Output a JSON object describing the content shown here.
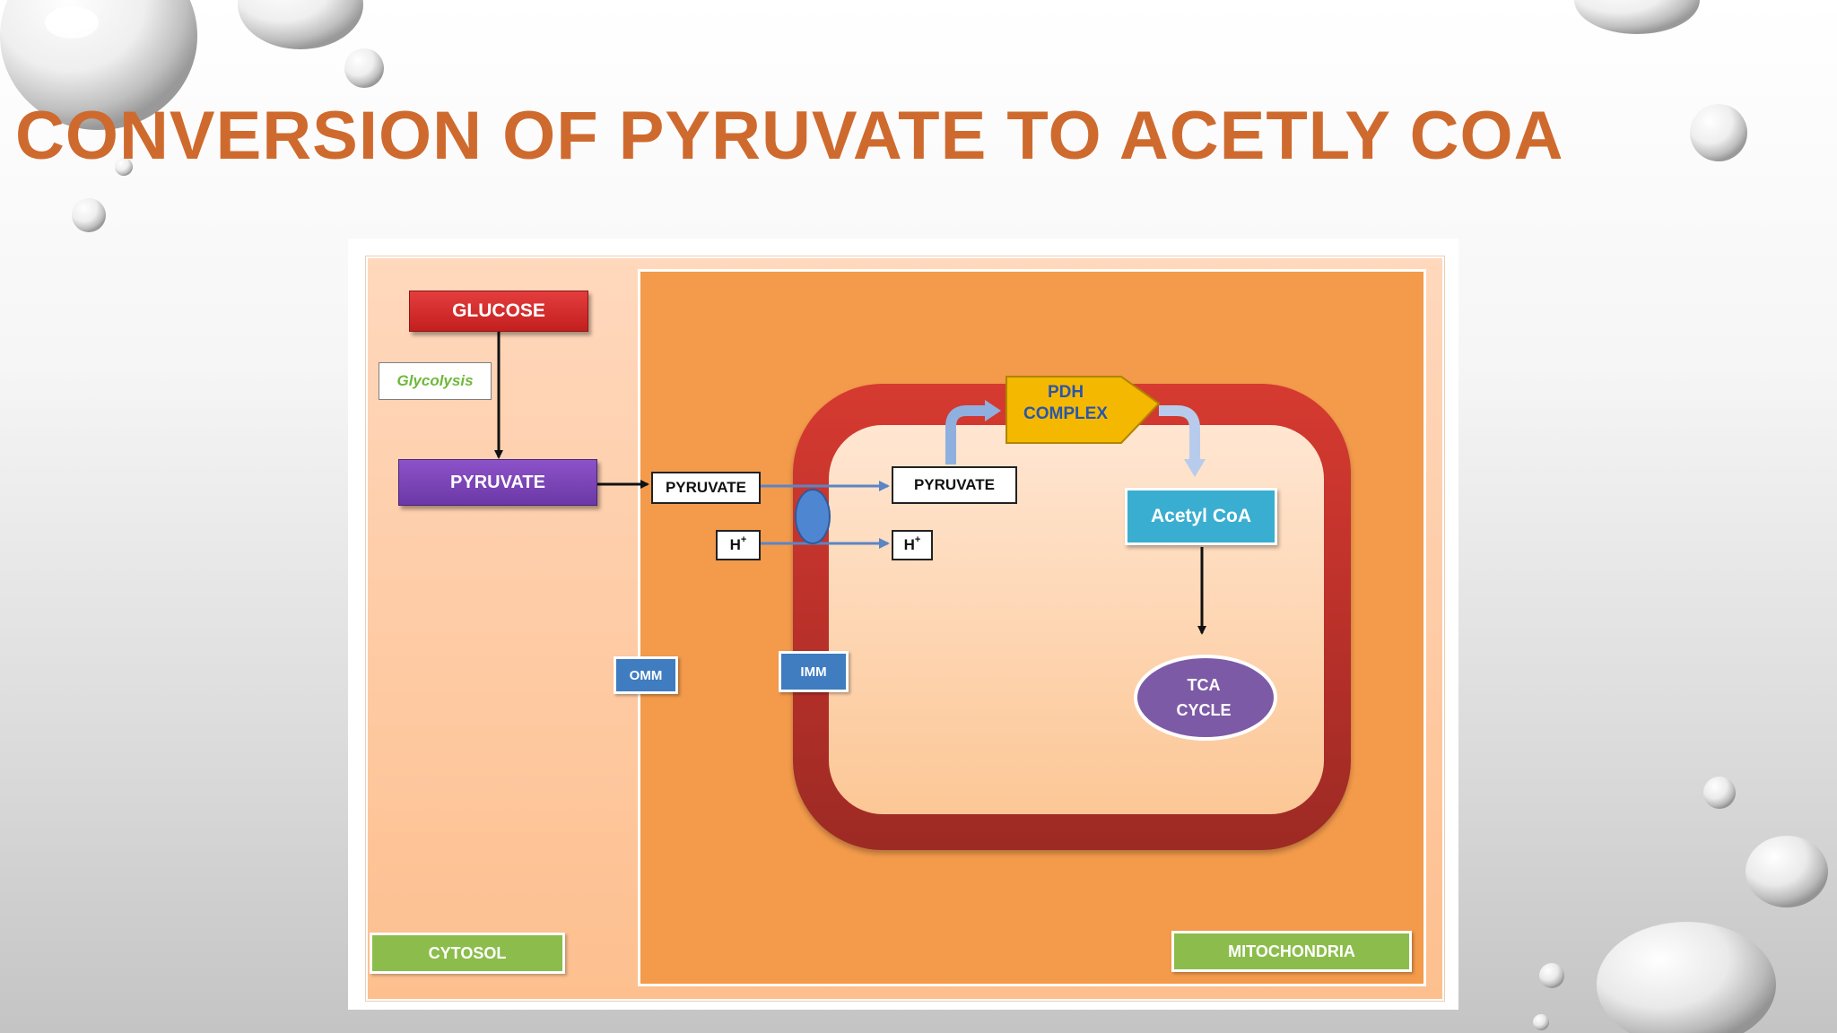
{
  "slide": {
    "title": "CONVERSION OF PYRUVATE TO ACETLY COA"
  },
  "diagram": {
    "glucose": "GLUCOSE",
    "glycolysis": "Glycolysis",
    "pyruvate_cytosol": "PYRUVATE",
    "pyruvate_intermembrane": "PYRUVATE",
    "pyruvate_matrix": "PYRUVATE",
    "proton_outside": "H",
    "proton_inside": "H",
    "proton_charge": "+",
    "omm": "OMM",
    "imm": "IMM",
    "pdh_line1": "PDH",
    "pdh_line2": "COMPLEX",
    "acetyl_coa": "Acetyl CoA",
    "tca_line1": "TCA",
    "tca_line2": "CYCLE",
    "cytosol": "CYTOSOL",
    "mitochondria": "MITOCHONDRIA"
  },
  "colors": {
    "title": "#cf6a2e",
    "glucose": "#d42f2f",
    "pyruvate": "#7a44b6",
    "pdh": "#f5b800",
    "acetyl_coa": "#3aaed0",
    "tca": "#7d5aa6",
    "membrane_label": "#3f7cc0",
    "compartment_label": "#8cbd4c",
    "outer_membrane": "#c0342c",
    "mito_space": "#f39a4b",
    "transporter": "#4f86d2"
  }
}
